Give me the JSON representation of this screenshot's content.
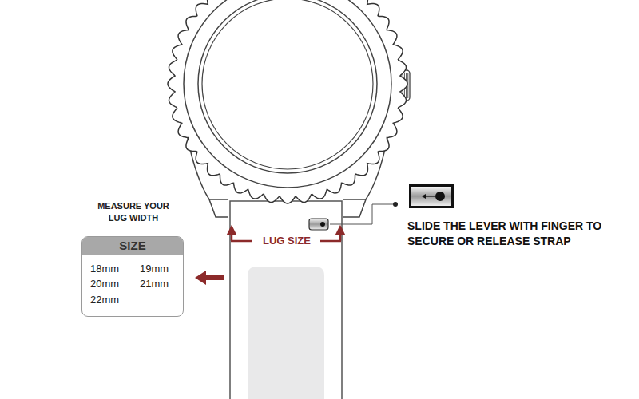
{
  "diagram": {
    "nodes": [
      {
        "text": [
          "MEASURE YOUR LUG WIDTH",
          "SIZE"
        ]
      }
    ],
    "labels": [
      "18mm",
      "19mm",
      "20mm",
      "21mm",
      "22mm",
      "LUG SIZE",
      "SLIDE THE LEVER WITH FINGER TO SECURE OR RELEASE STRAP"
    ]
  }
}
